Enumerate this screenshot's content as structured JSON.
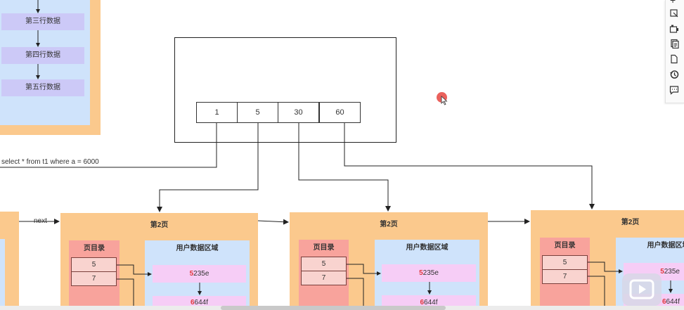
{
  "left_rows": [
    "第三行数据",
    "第四行数据",
    "第五行数据"
  ],
  "index_keys": [
    "1",
    "5",
    "30",
    "60"
  ],
  "sql_query": "select * from t1 where a = 6000",
  "next_label": "next",
  "pages": [
    {
      "title": "第2页",
      "dir_label": "页目录",
      "user_label": "用户数据区域",
      "dir_values": [
        "5",
        "7"
      ],
      "records": [
        {
          "hl": "5",
          "rest": "235e"
        },
        {
          "hl": "6",
          "rest": "644f"
        }
      ]
    },
    {
      "title": "第2页",
      "dir_label": "页目录",
      "user_label": "用户数据区域",
      "dir_values": [
        "5",
        "7"
      ],
      "records": [
        {
          "hl": "5",
          "rest": "235e"
        },
        {
          "hl": "6",
          "rest": "644f"
        }
      ]
    },
    {
      "title": "第2页",
      "dir_label": "页目录",
      "user_label": "用户数据区域",
      "dir_values": [
        "5",
        "7"
      ],
      "records": [
        {
          "hl": "5",
          "rest": "235e"
        },
        {
          "hl": "6",
          "rest": "644f"
        }
      ]
    }
  ],
  "toolbar_icons": [
    "plus-icon",
    "screenshot-icon",
    "camera-icon",
    "copy-icon",
    "file-icon",
    "history-icon",
    "comment-icon"
  ],
  "colors": {
    "page": "#fbc98d",
    "user_area": "#cfe3fb",
    "row": "#ccc9f7",
    "directory": "#f8a39c",
    "record": "#f6cdf6",
    "cursor": "#e8504a",
    "highlight": "#e0393e"
  }
}
